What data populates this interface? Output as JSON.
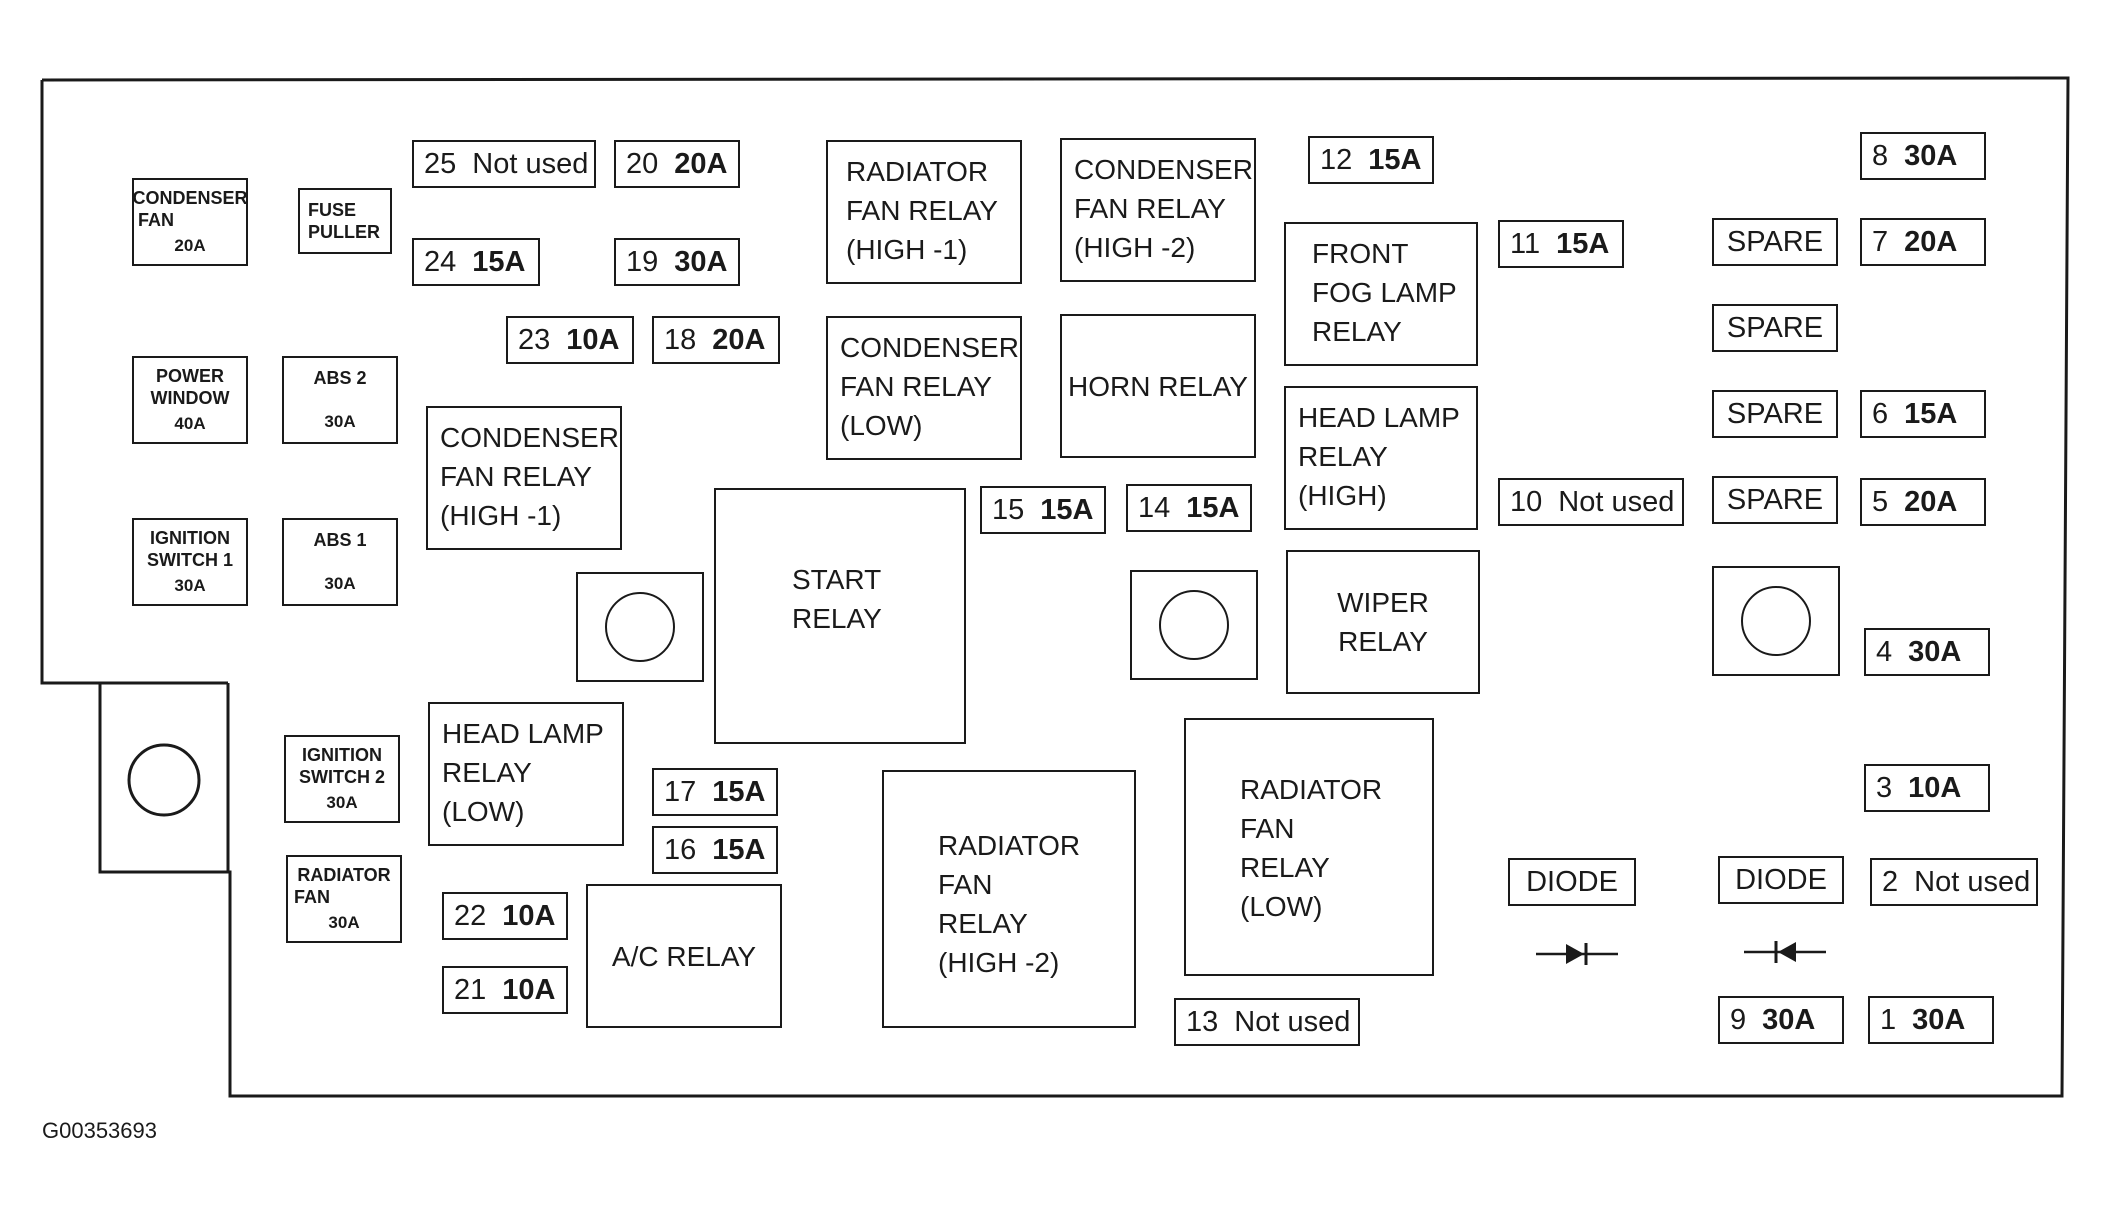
{
  "diagram_code": "G00353693",
  "small_boxes": {
    "condenser_fan": [
      "CONDENSER",
      "FAN",
      "20A"
    ],
    "fuse_puller": [
      "FUSE",
      "PULLER"
    ],
    "power_window": [
      "POWER",
      "WINDOW",
      "40A"
    ],
    "abs2": [
      "ABS 2",
      "",
      "30A"
    ],
    "ignition_switch1": [
      "IGNITION",
      "SWITCH 1",
      "30A"
    ],
    "abs1": [
      "ABS 1",
      "",
      "30A"
    ],
    "ignition_switch2": [
      "IGNITION",
      "SWITCH 2",
      "30A"
    ],
    "radiator_fan": [
      "RADIATOR",
      "FAN",
      "30A"
    ]
  },
  "fuses": {
    "f25": {
      "num": "25",
      "amp": "Not used"
    },
    "f20": {
      "num": "20",
      "amp": "20A"
    },
    "f24": {
      "num": "24",
      "amp": "15A"
    },
    "f19": {
      "num": "19",
      "amp": "30A"
    },
    "f23": {
      "num": "23",
      "amp": "10A"
    },
    "f18": {
      "num": "18",
      "amp": "20A"
    },
    "f12": {
      "num": "12",
      "amp": "15A"
    },
    "f11": {
      "num": "11",
      "amp": "15A"
    },
    "f15": {
      "num": "15",
      "amp": "15A"
    },
    "f14": {
      "num": "14",
      "amp": "15A"
    },
    "f10": {
      "num": "10",
      "amp": "Not used"
    },
    "f17": {
      "num": "17",
      "amp": "15A"
    },
    "f16": {
      "num": "16",
      "amp": "15A"
    },
    "f22": {
      "num": "22",
      "amp": "10A"
    },
    "f21": {
      "num": "21",
      "amp": "10A"
    },
    "f13": {
      "num": "13",
      "amp": "Not used"
    },
    "f8": {
      "num": "8",
      "amp": "30A"
    },
    "f7": {
      "num": "7",
      "amp": "20A"
    },
    "f6": {
      "num": "6",
      "amp": "15A"
    },
    "f5": {
      "num": "5",
      "amp": "20A"
    },
    "f4": {
      "num": "4",
      "amp": "30A"
    },
    "f3": {
      "num": "3",
      "amp": "10A"
    },
    "f2": {
      "num": "2",
      "amp": "Not used"
    },
    "f9": {
      "num": "9",
      "amp": "30A"
    },
    "f1": {
      "num": "1",
      "amp": "30A"
    }
  },
  "spare_label": "SPARE",
  "relays": {
    "radiator_fan_high1": [
      "RADIATOR",
      "FAN RELAY",
      "(HIGH -1)"
    ],
    "condenser_fan_high2": [
      "CONDENSER",
      "FAN RELAY",
      "(HIGH -2)"
    ],
    "condenser_fan_low": [
      "CONDENSER",
      "FAN RELAY",
      "(LOW)"
    ],
    "horn": [
      "HORN RELAY"
    ],
    "front_fog_lamp": [
      "FRONT",
      "FOG LAMP",
      "RELAY"
    ],
    "head_lamp_high": [
      "HEAD LAMP",
      "RELAY",
      "(HIGH)"
    ],
    "condenser_fan_high1": [
      "CONDENSER",
      "FAN RELAY",
      "(HIGH -1)"
    ],
    "start": [
      "START",
      "RELAY"
    ],
    "wiper": [
      "WIPER",
      "RELAY"
    ],
    "head_lamp_low": [
      "HEAD LAMP",
      "RELAY",
      "(LOW)"
    ],
    "ac": [
      "A/C RELAY"
    ],
    "radiator_fan_high2": [
      "RADIATOR",
      "FAN",
      "RELAY",
      "(HIGH -2)"
    ],
    "radiator_fan_low": [
      "RADIATOR",
      "FAN",
      "RELAY",
      "(LOW)"
    ]
  },
  "diode_label": "DIODE"
}
